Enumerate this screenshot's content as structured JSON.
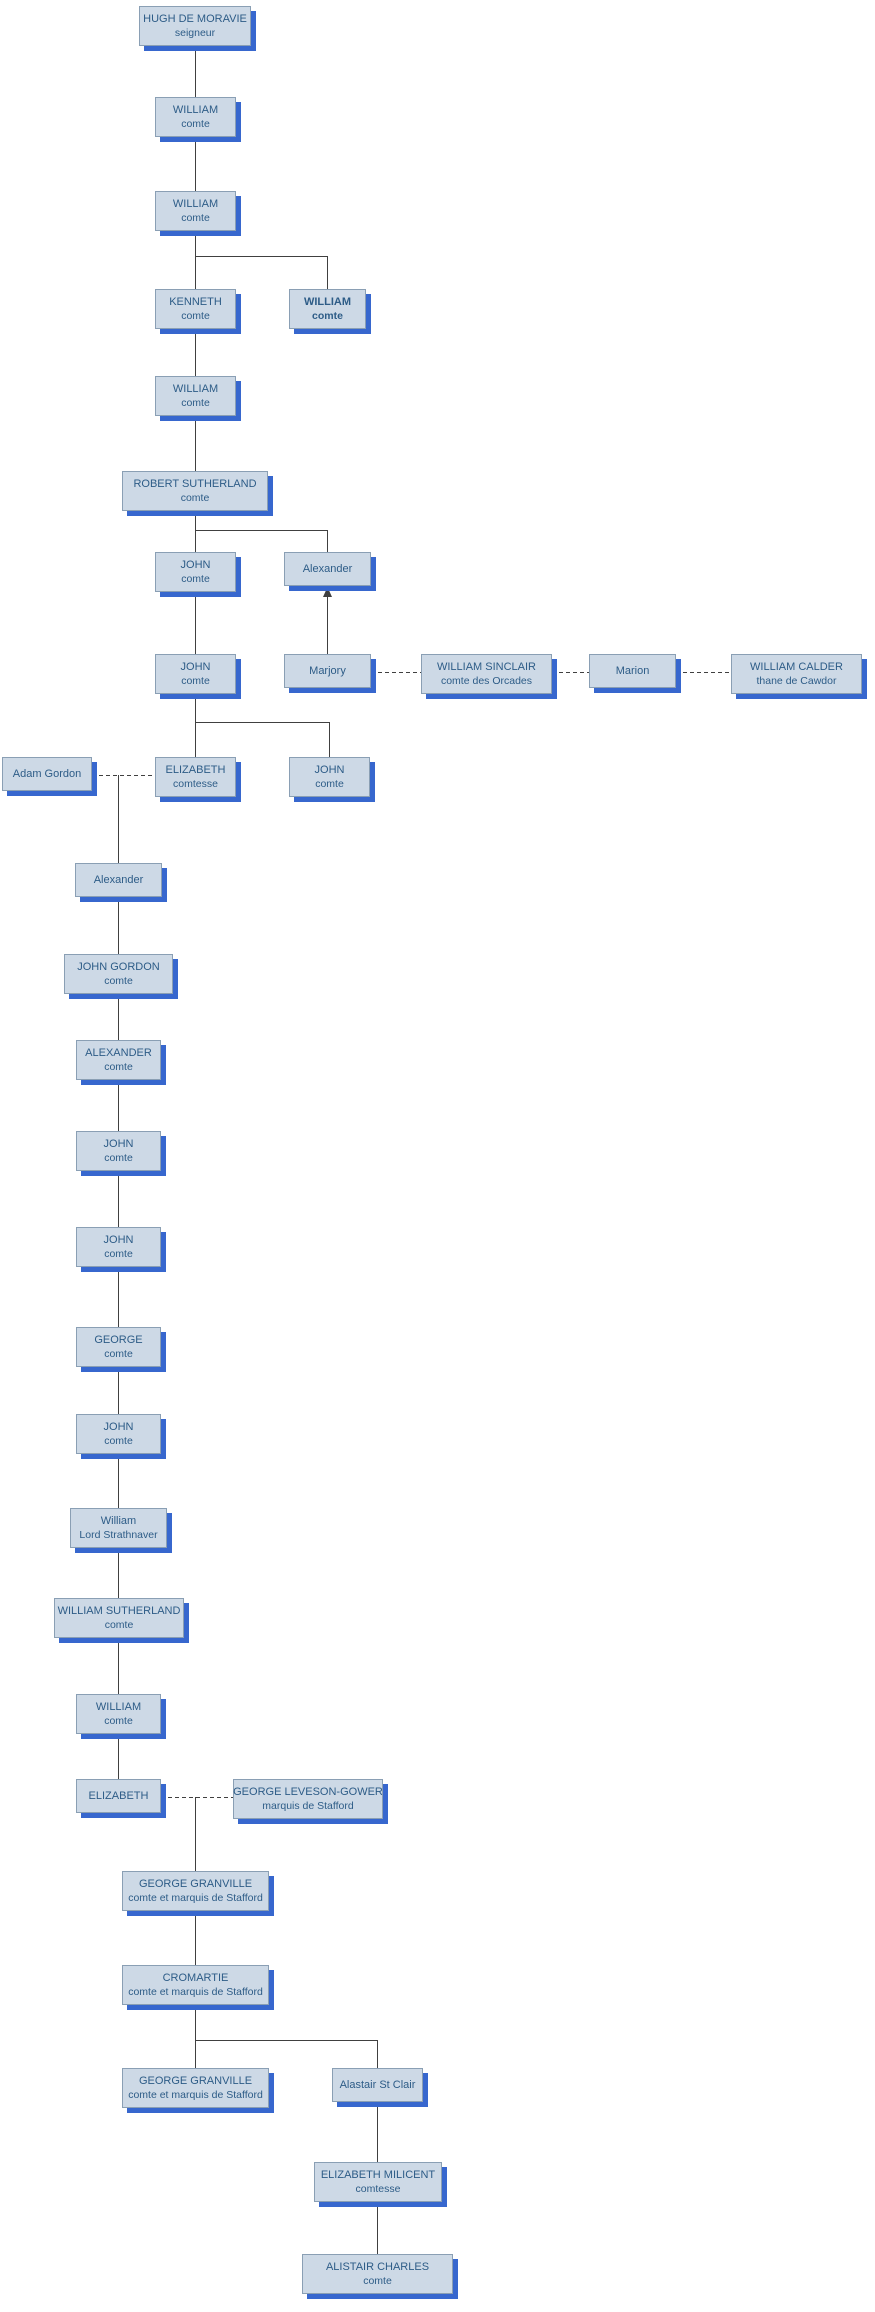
{
  "colors": {
    "box_fill": "#cdd9e6",
    "box_border": "#8a9fb4",
    "box_shadow": "#3767ce",
    "text": "#2d5c87",
    "line": "#404040",
    "background": "#ffffff"
  },
  "nodes": [
    {
      "name": "HUGH DE MORAVIE",
      "title": "seigneur"
    },
    {
      "name": "WILLIAM",
      "title": "comte"
    },
    {
      "name": "WILLIAM",
      "title": "comte"
    },
    {
      "name": "KENNETH",
      "title": "comte"
    },
    {
      "name": "WILLIAM",
      "title": "comte"
    },
    {
      "name": "WILLIAM",
      "title": "comte"
    },
    {
      "name": "ROBERT SUTHERLAND",
      "title": "comte"
    },
    {
      "name": "JOHN",
      "title": "comte"
    },
    {
      "name": "Alexander",
      "title": ""
    },
    {
      "name": "JOHN",
      "title": "comte"
    },
    {
      "name": "Marjory",
      "title": ""
    },
    {
      "name": "WILLIAM SINCLAIR",
      "title": "comte des Orcades"
    },
    {
      "name": "Marion",
      "title": ""
    },
    {
      "name": "WILLIAM CALDER",
      "title": "thane de Cawdor"
    },
    {
      "name": "Adam Gordon",
      "title": ""
    },
    {
      "name": "ELIZABETH",
      "title": "comtesse"
    },
    {
      "name": "JOHN",
      "title": "comte"
    },
    {
      "name": "Alexander",
      "title": ""
    },
    {
      "name": "JOHN GORDON",
      "title": "comte"
    },
    {
      "name": "ALEXANDER",
      "title": "comte"
    },
    {
      "name": "JOHN",
      "title": "comte"
    },
    {
      "name": "JOHN",
      "title": "comte"
    },
    {
      "name": "GEORGE",
      "title": "comte"
    },
    {
      "name": "JOHN",
      "title": "comte"
    },
    {
      "name": "William",
      "title": "Lord Strathnaver"
    },
    {
      "name": "WILLIAM SUTHERLAND",
      "title": "comte"
    },
    {
      "name": "WILLIAM",
      "title": "comte"
    },
    {
      "name": "ELIZABETH",
      "title": ""
    },
    {
      "name": "GEORGE LEVESON-GOWER",
      "title": "marquis de Stafford"
    },
    {
      "name": "GEORGE GRANVILLE",
      "title": "comte et marquis de Stafford"
    },
    {
      "name": "CROMARTIE",
      "title": "comte et marquis de Stafford"
    },
    {
      "name": "GEORGE GRANVILLE",
      "title": "comte et marquis de Stafford"
    },
    {
      "name": "Alastair St Clair",
      "title": ""
    },
    {
      "name": "ELIZABETH MILICENT",
      "title": "comtesse"
    },
    {
      "name": "ALISTAIR CHARLES",
      "title": "comte"
    }
  ]
}
